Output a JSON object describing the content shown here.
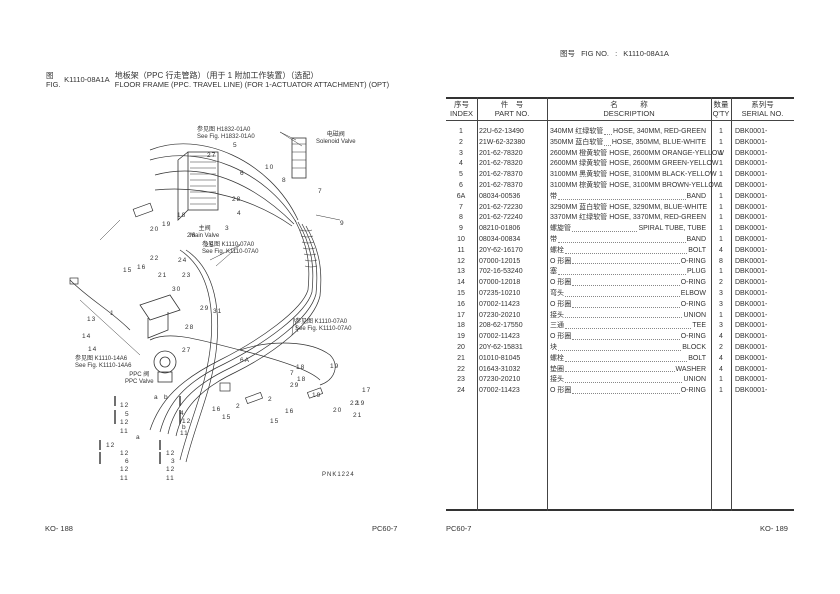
{
  "header": {
    "fig_label_zh": "图",
    "fig_label_en": "FIG.",
    "fig_code": "K1110-08A1A",
    "title_zh": "地板架（PPC 行走管路）（用于 1 附加工作装置）（选配）",
    "title_en": "FLOOR FRAME (PPC. TRAVEL LINE) (FOR 1-ACTUATOR ATTACHMENT) (OPT)",
    "fig_no_zh": "图号",
    "fig_no_en": "FIG NO.",
    "fig_no_sep": ":",
    "fig_no_value": "K1110-08A1A"
  },
  "table": {
    "columns": [
      {
        "zh": "序号",
        "en": "INDEX"
      },
      {
        "zh": "件　号",
        "en": "PART NO."
      },
      {
        "zh": "名　　　称",
        "en": "DESCRIPTION"
      },
      {
        "zh": "数量",
        "en": "Q'TY"
      },
      {
        "zh": "系列号",
        "en": "SERIAL NO."
      }
    ],
    "rows": [
      {
        "index": "1",
        "part_no": "22U-62-13490",
        "desc_zh": "340MM 红绿软管",
        "desc_en": "HOSE, 340MM, RED-GREEN",
        "qty": "1",
        "serial": "DBK0001-"
      },
      {
        "index": "2",
        "part_no": "21W-62-32380",
        "desc_zh": "350MM 蓝白软管",
        "desc_en": "HOSE, 350MM, BLUE-WHITE",
        "qty": "1",
        "serial": "DBK0001-"
      },
      {
        "index": "3",
        "part_no": "201-62-78320",
        "desc_zh": "2600MM 橙黄软管",
        "desc_en": "HOSE, 2600MM ORANGE-YELLOW",
        "qty": "1",
        "serial": "DBK0001-"
      },
      {
        "index": "4",
        "part_no": "201-62-78320",
        "desc_zh": "2600MM 绿黄软管",
        "desc_en": "HOSE, 2600MM GREEN-YELLOW",
        "qty": "1",
        "serial": "DBK0001-"
      },
      {
        "index": "5",
        "part_no": "201-62-78370",
        "desc_zh": "3100MM 黑黄软管",
        "desc_en": "HOSE, 3100MM BLACK-YELLOW",
        "qty": "1",
        "serial": "DBK0001-"
      },
      {
        "index": "6",
        "part_no": "201-62-78370",
        "desc_zh": "3100MM 棕黄软管",
        "desc_en": "HOSE, 3100MM BROWN-YELLOW",
        "qty": "1",
        "serial": "DBK0001-"
      },
      {
        "index": "6A",
        "part_no": "08034-00536",
        "desc_zh": "带",
        "desc_en": "BAND",
        "qty": "1",
        "serial": "DBK0001-"
      },
      {
        "index": "7",
        "part_no": "201-62-72230",
        "desc_zh": "3290MM 蓝白软管",
        "desc_en": "HOSE, 3290MM, BLUE-WHITE",
        "qty": "1",
        "serial": "DBK0001-"
      },
      {
        "index": "8",
        "part_no": "201-62-72240",
        "desc_zh": "3370MM 红绿软管",
        "desc_en": "HOSE, 3370MM, RED-GREEN",
        "qty": "1",
        "serial": "DBK0001-"
      },
      {
        "index": "9",
        "part_no": "08210-01806",
        "desc_zh": "螺旋管",
        "desc_en": "SPIRAL TUBE, TUBE",
        "qty": "1",
        "serial": "DBK0001-"
      },
      {
        "index": "10",
        "part_no": "08034-00834",
        "desc_zh": "带",
        "desc_en": "BAND",
        "qty": "1",
        "serial": "DBK0001-"
      },
      {
        "index": "11",
        "part_no": "20Y-62-16170",
        "desc_zh": "螺栓",
        "desc_en": "BOLT",
        "qty": "4",
        "serial": "DBK0001-"
      },
      {
        "index": "12",
        "part_no": "07000-12015",
        "desc_zh": "O 形圈",
        "desc_en": "O-RING",
        "qty": "8",
        "serial": "DBK0001-"
      },
      {
        "index": "13",
        "part_no": "702-16-53240",
        "desc_zh": "塞",
        "desc_en": "PLUG",
        "qty": "1",
        "serial": "DBK0001-"
      },
      {
        "index": "14",
        "part_no": "07000-12018",
        "desc_zh": "O 形圈",
        "desc_en": "O-RING",
        "qty": "2",
        "serial": "DBK0001-"
      },
      {
        "index": "15",
        "part_no": "07235-10210",
        "desc_zh": "弯头",
        "desc_en": "ELBOW",
        "qty": "3",
        "serial": "DBK0001-"
      },
      {
        "index": "16",
        "part_no": "07002-11423",
        "desc_zh": "O 形圈",
        "desc_en": "O-RING",
        "qty": "3",
        "serial": "DBK0001-"
      },
      {
        "index": "17",
        "part_no": "07230-20210",
        "desc_zh": "接头",
        "desc_en": "UNION",
        "qty": "1",
        "serial": "DBK0001-"
      },
      {
        "index": "18",
        "part_no": "208-62-17550",
        "desc_zh": "三通",
        "desc_en": "TEE",
        "qty": "3",
        "serial": "DBK0001-"
      },
      {
        "index": "19",
        "part_no": "07002-11423",
        "desc_zh": "O 形圈",
        "desc_en": "O-RING",
        "qty": "4",
        "serial": "DBK0001-"
      },
      {
        "index": "20",
        "part_no": "20Y-62-15831",
        "desc_zh": "块",
        "desc_en": "BLOCK",
        "qty": "2",
        "serial": "DBK0001-"
      },
      {
        "index": "21",
        "part_no": "01010-81045",
        "desc_zh": "螺栓",
        "desc_en": "BOLT",
        "qty": "4",
        "serial": "DBK0001-"
      },
      {
        "index": "22",
        "part_no": "01643-31032",
        "desc_zh": "垫圈",
        "desc_en": "WASHER",
        "qty": "4",
        "serial": "DBK0001-"
      },
      {
        "index": "23",
        "part_no": "07230-20210",
        "desc_zh": "接头",
        "desc_en": "UNION",
        "qty": "1",
        "serial": "DBK0001-"
      },
      {
        "index": "24",
        "part_no": "07002-11423",
        "desc_zh": "O 形圈",
        "desc_en": "O-RING",
        "qty": "1",
        "serial": "DBK0001-"
      }
    ]
  },
  "diagram": {
    "refs": {
      "h1832_zh": "参见图 H1832-01A0",
      "h1832_en": "See Fig. H1832-01A0",
      "solenoid_zh": "电磁阀",
      "solenoid_en": "Solenoid Valve",
      "main_valve_zh": "主阀",
      "main_valve_en": "Main Valve",
      "k07a0_zh": "参见图 K1110-07A0",
      "k07a0_en": "See Fig. K1110-07A0",
      "k07a0b_zh": "参见图 K1110-07A0",
      "k07a0b_en": "See Fig. K1110-07A0",
      "k14a6_zh": "参见图 K1110-14A6",
      "k14a6_en": "See Fig. K1110-14A6",
      "ppc_zh": "PPC 阀",
      "ppc_en": "PPC Valve",
      "drawing_code": "PNK1224"
    },
    "callouts": [
      "27",
      "5",
      "10",
      "6",
      "28",
      "4",
      "3",
      "8",
      "7",
      "9",
      "18",
      "19",
      "20",
      "26",
      "25",
      "22",
      "24",
      "23",
      "21",
      "15",
      "16",
      "30",
      "1",
      "29",
      "31",
      "13",
      "14",
      "14",
      "28",
      "27",
      "6A",
      "7",
      "18",
      "19",
      "18",
      "29",
      "19",
      "17",
      "19",
      "22",
      "20",
      "21",
      "a",
      "b",
      "12",
      "5",
      "12",
      "11",
      "4",
      "12",
      "11",
      "a",
      "12",
      "6",
      "12",
      "11",
      "b",
      "12",
      "3",
      "12",
      "11",
      "2",
      "16",
      "15",
      "16",
      "15",
      "2",
      "12"
    ]
  },
  "footer": {
    "left_page": "KO- 188",
    "left_model": "PC60-7",
    "right_model": "PC60-7",
    "right_page": "KO- 189"
  }
}
